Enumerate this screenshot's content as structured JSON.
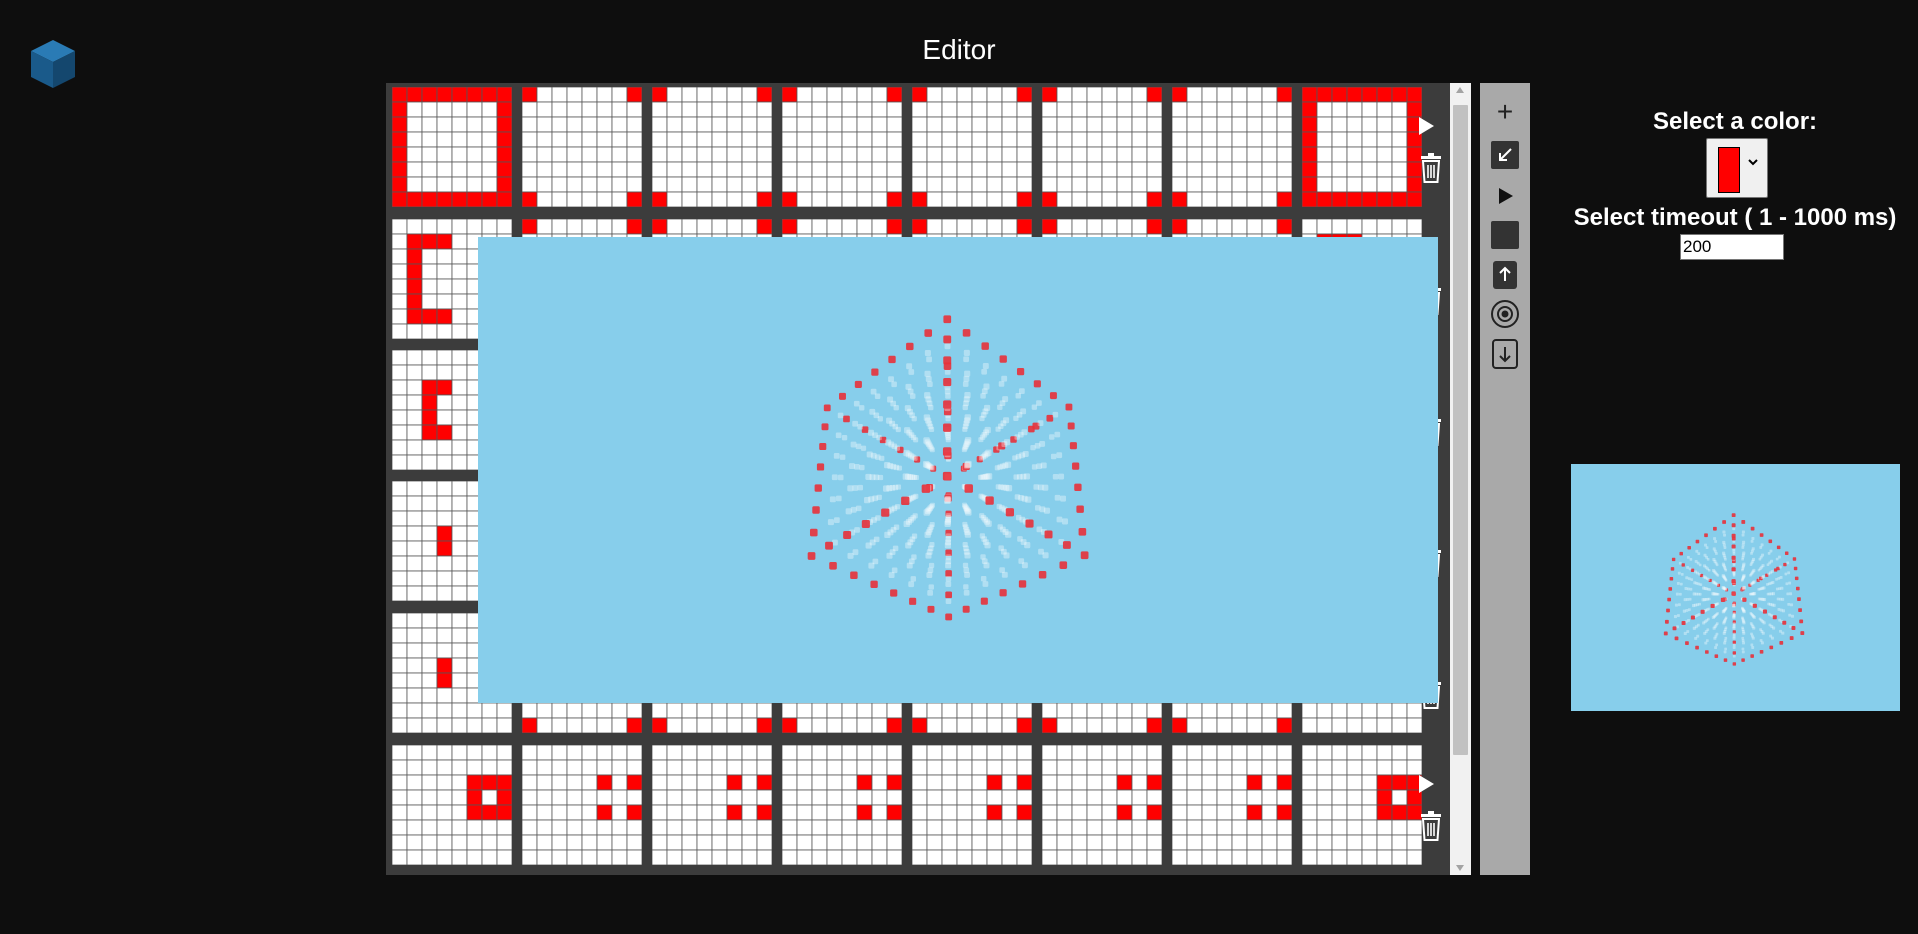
{
  "header": {
    "title": "Editor"
  },
  "logo": {
    "icon": "cube-icon",
    "color": "#1f5f8b"
  },
  "editor": {
    "rows": [
      {
        "pattern": "outer-ring"
      },
      {
        "pattern": "ring-1"
      },
      {
        "pattern": "ring-2"
      },
      {
        "pattern": "ring-3"
      },
      {
        "pattern": "ring-4"
      },
      {
        "pattern": "center-2x2"
      }
    ],
    "frames_per_row": 8,
    "row_actions": {
      "play_icon": "play-icon",
      "delete_icon": "trash-icon"
    },
    "colors": {
      "lit": "#ff0000",
      "off": "#ffffff",
      "grid_line": "#555555",
      "background": "#3c3c3c"
    }
  },
  "viewer": {
    "background": "#87ceeb",
    "led_color": "#e8313a"
  },
  "toolbar": {
    "items": [
      {
        "name": "add-frame",
        "icon": "plus-icon",
        "symbol": "+"
      },
      {
        "name": "collapse",
        "icon": "arrow-down-left-icon"
      },
      {
        "name": "play",
        "icon": "play-icon"
      },
      {
        "name": "stop",
        "icon": "stop-icon"
      },
      {
        "name": "upload",
        "icon": "upload-icon"
      },
      {
        "name": "rotate",
        "icon": "rotate-icon"
      },
      {
        "name": "download",
        "icon": "download-icon"
      }
    ]
  },
  "sidepanel": {
    "color_label": "Select a color:",
    "color_value": "#ff0000",
    "timeout_label": "Select timeout ( 1 - 1000 ms)",
    "timeout_value": "200"
  },
  "preview": {
    "background": "#87ceeb"
  }
}
